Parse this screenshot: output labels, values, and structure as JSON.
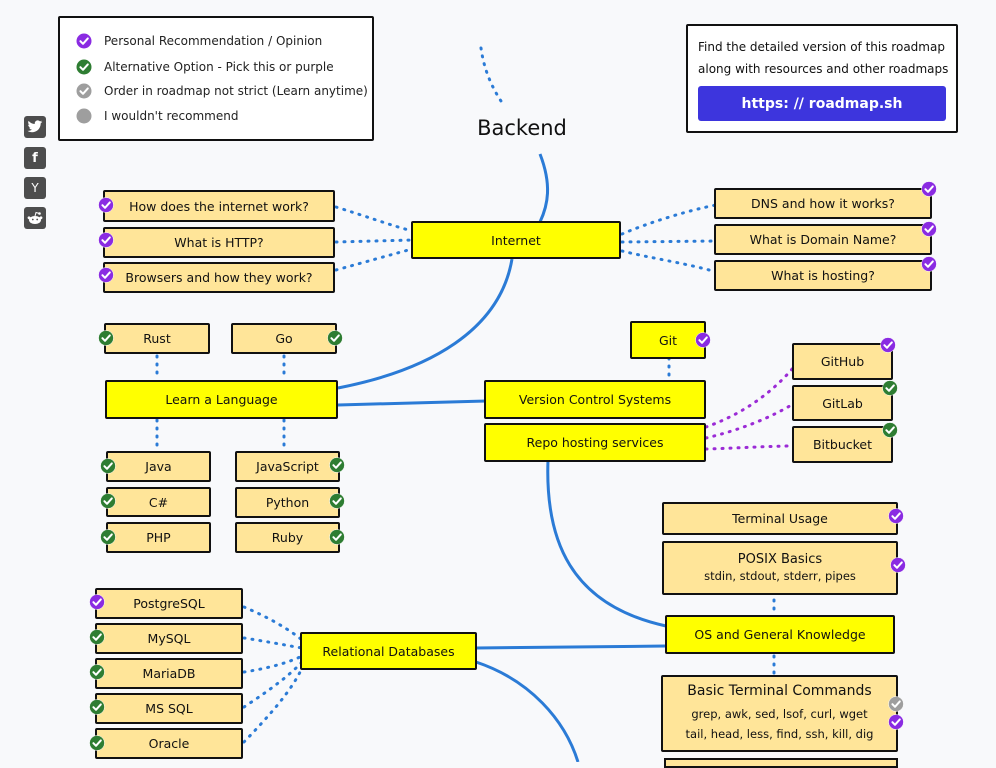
{
  "title": "Backend",
  "legend": [
    {
      "label": "Personal Recommendation / Opinion",
      "type": "purple"
    },
    {
      "label": "Alternative Option - Pick this or purple",
      "type": "green"
    },
    {
      "label": "Order in roadmap not strict (Learn anytime)",
      "type": "gray-check"
    },
    {
      "label": "I wouldn't recommend",
      "type": "gray"
    }
  ],
  "promo": {
    "line1": "Find the detailed version of this roadmap",
    "line2": "along with resources and other roadmaps",
    "button": "https: // roadmap.sh"
  },
  "social": [
    "twitter-icon",
    "facebook-icon",
    "hackernews-icon",
    "reddit-icon"
  ],
  "social_glyphs": {
    "facebook": "f",
    "hackernews": "Y"
  },
  "colors": {
    "main": "#ffff00",
    "sub": "#ffe599",
    "purple": "#8a2be2",
    "green": "#2e7d32",
    "gray": "#9e9e9e",
    "curve": "#2b7bd6",
    "button": "#3d35dd"
  },
  "nodes": {
    "internet": "Internet",
    "how_internet": "How does the internet work?",
    "http": "What is HTTP?",
    "browsers": "Browsers and how they work?",
    "dns": "DNS and how it works?",
    "domain": "What is Domain Name?",
    "hosting": "What is hosting?",
    "learn_language": "Learn a Language",
    "rust": "Rust",
    "go": "Go",
    "java": "Java",
    "csharp": "C#",
    "php": "PHP",
    "javascript": "JavaScript",
    "python": "Python",
    "ruby": "Ruby",
    "git": "Git",
    "vcs": "Version Control Systems",
    "repo_hosting": "Repo hosting services",
    "github": "GitHub",
    "gitlab": "GitLab",
    "bitbucket": "Bitbucket",
    "terminal_usage": "Terminal Usage",
    "posix_title": "POSIX Basics",
    "posix_sub": "stdin, stdout, stderr, pipes",
    "os": "OS and General Knowledge",
    "basic_term_title": "Basic Terminal Commands",
    "basic_term_l2": "grep, awk, sed, lsof, curl, wget",
    "basic_term_l3": "tail, head, less, find, ssh, kill, dig",
    "relational": "Relational Databases",
    "postgres": "PostgreSQL",
    "mysql": "MySQL",
    "mariadb": "MariaDB",
    "mssql": "MS SQL",
    "oracle": "Oracle"
  }
}
